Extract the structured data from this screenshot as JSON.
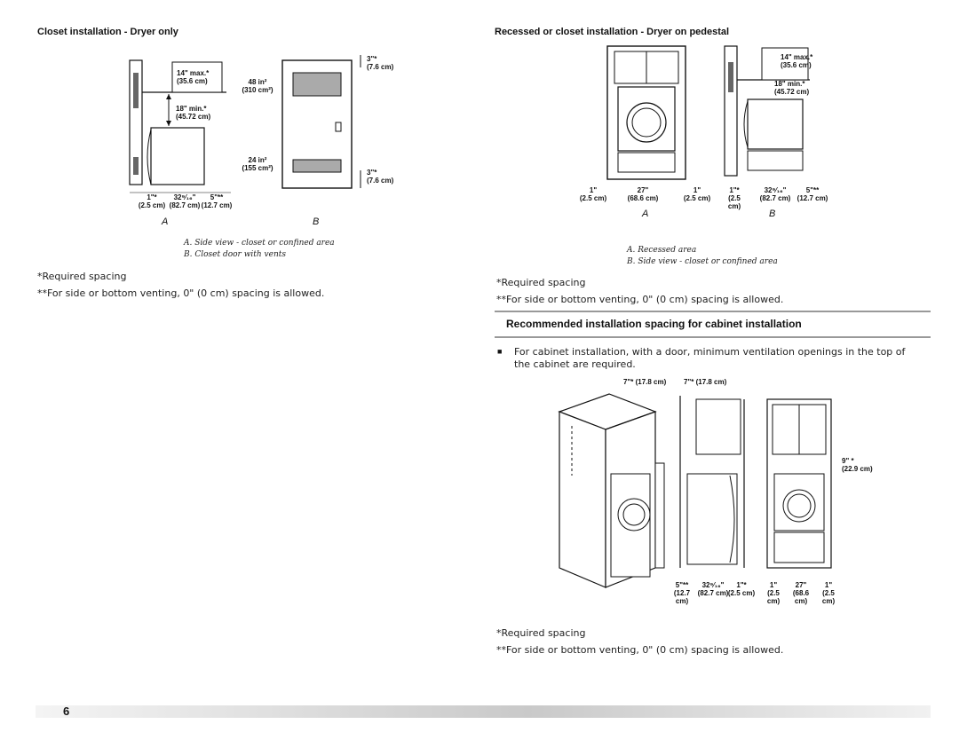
{
  "left": {
    "heading": "Closet installation - Dryer only",
    "diagram_a": {
      "top_max": "14\" max.*",
      "top_max_cm": "(35.6 cm)",
      "mid_min": "18\" min.*",
      "mid_min_cm": "(45.72 cm)",
      "bottom_left": "1\"*",
      "bottom_left_cm": "(2.5 cm)",
      "bottom_mid": "32⁹⁄₁₆\"",
      "bottom_mid_cm": "(82.7 cm)",
      "bottom_right": "5\"**",
      "bottom_right_cm": "(12.7 cm)"
    },
    "diagram_b": {
      "top_vent_area": "48 in²",
      "top_vent_area_cm": "(310 cm²)",
      "bottom_vent_area": "24 in²",
      "bottom_vent_area_cm": "(155 cm²)",
      "top_gap": "3\"*",
      "top_gap_cm": "(7.6 cm)",
      "bottom_gap": "3\"*",
      "bottom_gap_cm": "(7.6 cm)"
    },
    "letter_a": "A",
    "letter_b": "B",
    "caption_a": "A. Side view - closet or confined area",
    "caption_b": "B. Closet door with vents",
    "note_required": "*Required spacing",
    "note_venting": "**For side or bottom venting, 0\" (0 cm) spacing is allowed."
  },
  "right": {
    "heading": "Recessed or closet installation - Dryer on pedestal",
    "diagram_a": {
      "left_gap": "1\"",
      "left_gap_cm": "(2.5 cm)",
      "width": "27\"",
      "width_cm": "(68.6 cm)",
      "right_gap": "1\"",
      "right_gap_cm": "(2.5 cm)"
    },
    "diagram_b": {
      "top_max": "14\" max.*",
      "top_max_cm": "(35.6 cm)",
      "mid_min": "18\" min.*",
      "mid_min_cm": "(45.72 cm)",
      "bottom_left": "1\"*",
      "bottom_left_cm": "(2.5 cm)",
      "bottom_mid": "32⁹⁄₁₆\"",
      "bottom_mid_cm": "(82.7 cm)",
      "bottom_right": "5\"**",
      "bottom_right_cm": "(12.7 cm)"
    },
    "letter_a": "A",
    "letter_b": "B",
    "caption_a": "A. Recessed area",
    "caption_b": "B. Side view - closet or confined area",
    "note_required": "*Required spacing",
    "note_venting": "**For side or bottom venting, 0\" (0 cm) spacing is allowed.",
    "section_title": "Recommended installation spacing for cabinet installation",
    "bullet_text": "For cabinet installation, with a door, minimum ventilation openings in the top of the cabinet are required.",
    "cabinet": {
      "top_gap1": "7\"* (17.8 cm)",
      "top_gap2": "7\"* (17.8 cm)",
      "side_gap": "9\" *",
      "side_gap_cm": "(22.9 cm)",
      "side_bottom_1": "5\"**",
      "side_bottom_1_cm": "(12.7 cm)",
      "side_bottom_2": "32⁹⁄₁₆\"",
      "side_bottom_2_cm": "(82.7 cm)",
      "side_bottom_3": "1\"*",
      "side_bottom_3_cm": "(2.5 cm)",
      "front_bottom_1": "1\"",
      "front_bottom_1_cm": "(2.5 cm)",
      "front_bottom_2": "27\"",
      "front_bottom_2_cm": "(68.6 cm)",
      "front_bottom_3": "1\"",
      "front_bottom_3_cm": "(2.5 cm)"
    },
    "note_required2": "*Required spacing",
    "note_venting2": "**For side or bottom venting, 0\" (0 cm) spacing is allowed."
  },
  "footer": {
    "page_number": "6"
  }
}
